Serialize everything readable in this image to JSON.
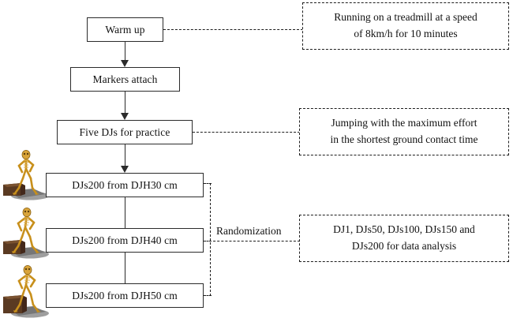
{
  "diagram": {
    "title": "Drop jump experimental protocol flowchart",
    "type": "flowchart",
    "colors": {
      "box_border": "#2b2b2b",
      "dashed_border": "#1d1d1d",
      "background": "#ffffff",
      "skeleton_bone": "#c8901c",
      "skeleton_highlight": "#f3d27a",
      "box_prop": "#5a3a22",
      "platform": "#6e6e6e"
    }
  },
  "nodes": [
    {
      "id": "warmup",
      "label": "Warm up"
    },
    {
      "id": "markers",
      "label": "Markers attach"
    },
    {
      "id": "practice",
      "label": "Five DJs for practice"
    },
    {
      "id": "dj30",
      "label": "DJs200 from  DJH30 cm"
    },
    {
      "id": "dj40",
      "label": "DJs200 from  DJH40 cm"
    },
    {
      "id": "dj50",
      "label": "DJs200 from  DJH50 cm"
    }
  ],
  "notes": [
    {
      "id": "note-warmup",
      "line1": "Running on a treadmill at a speed",
      "line2": "of 8km/h for 10 minutes"
    },
    {
      "id": "note-effort",
      "line1": "Jumping with the maximum effort",
      "line2": "in the shortest ground contact time"
    },
    {
      "id": "note-data",
      "line1": "DJ1, DJs50, DJs100, DJs150 and",
      "line2": "DJs200 for data analysis"
    }
  ],
  "labels": {
    "randomization": "Randomization"
  },
  "figures": [
    {
      "id": "figure-dj30",
      "alt": "skeleton-drop-jump-30cm"
    },
    {
      "id": "figure-dj40",
      "alt": "skeleton-drop-jump-40cm"
    },
    {
      "id": "figure-dj50",
      "alt": "skeleton-drop-jump-50cm"
    }
  ]
}
